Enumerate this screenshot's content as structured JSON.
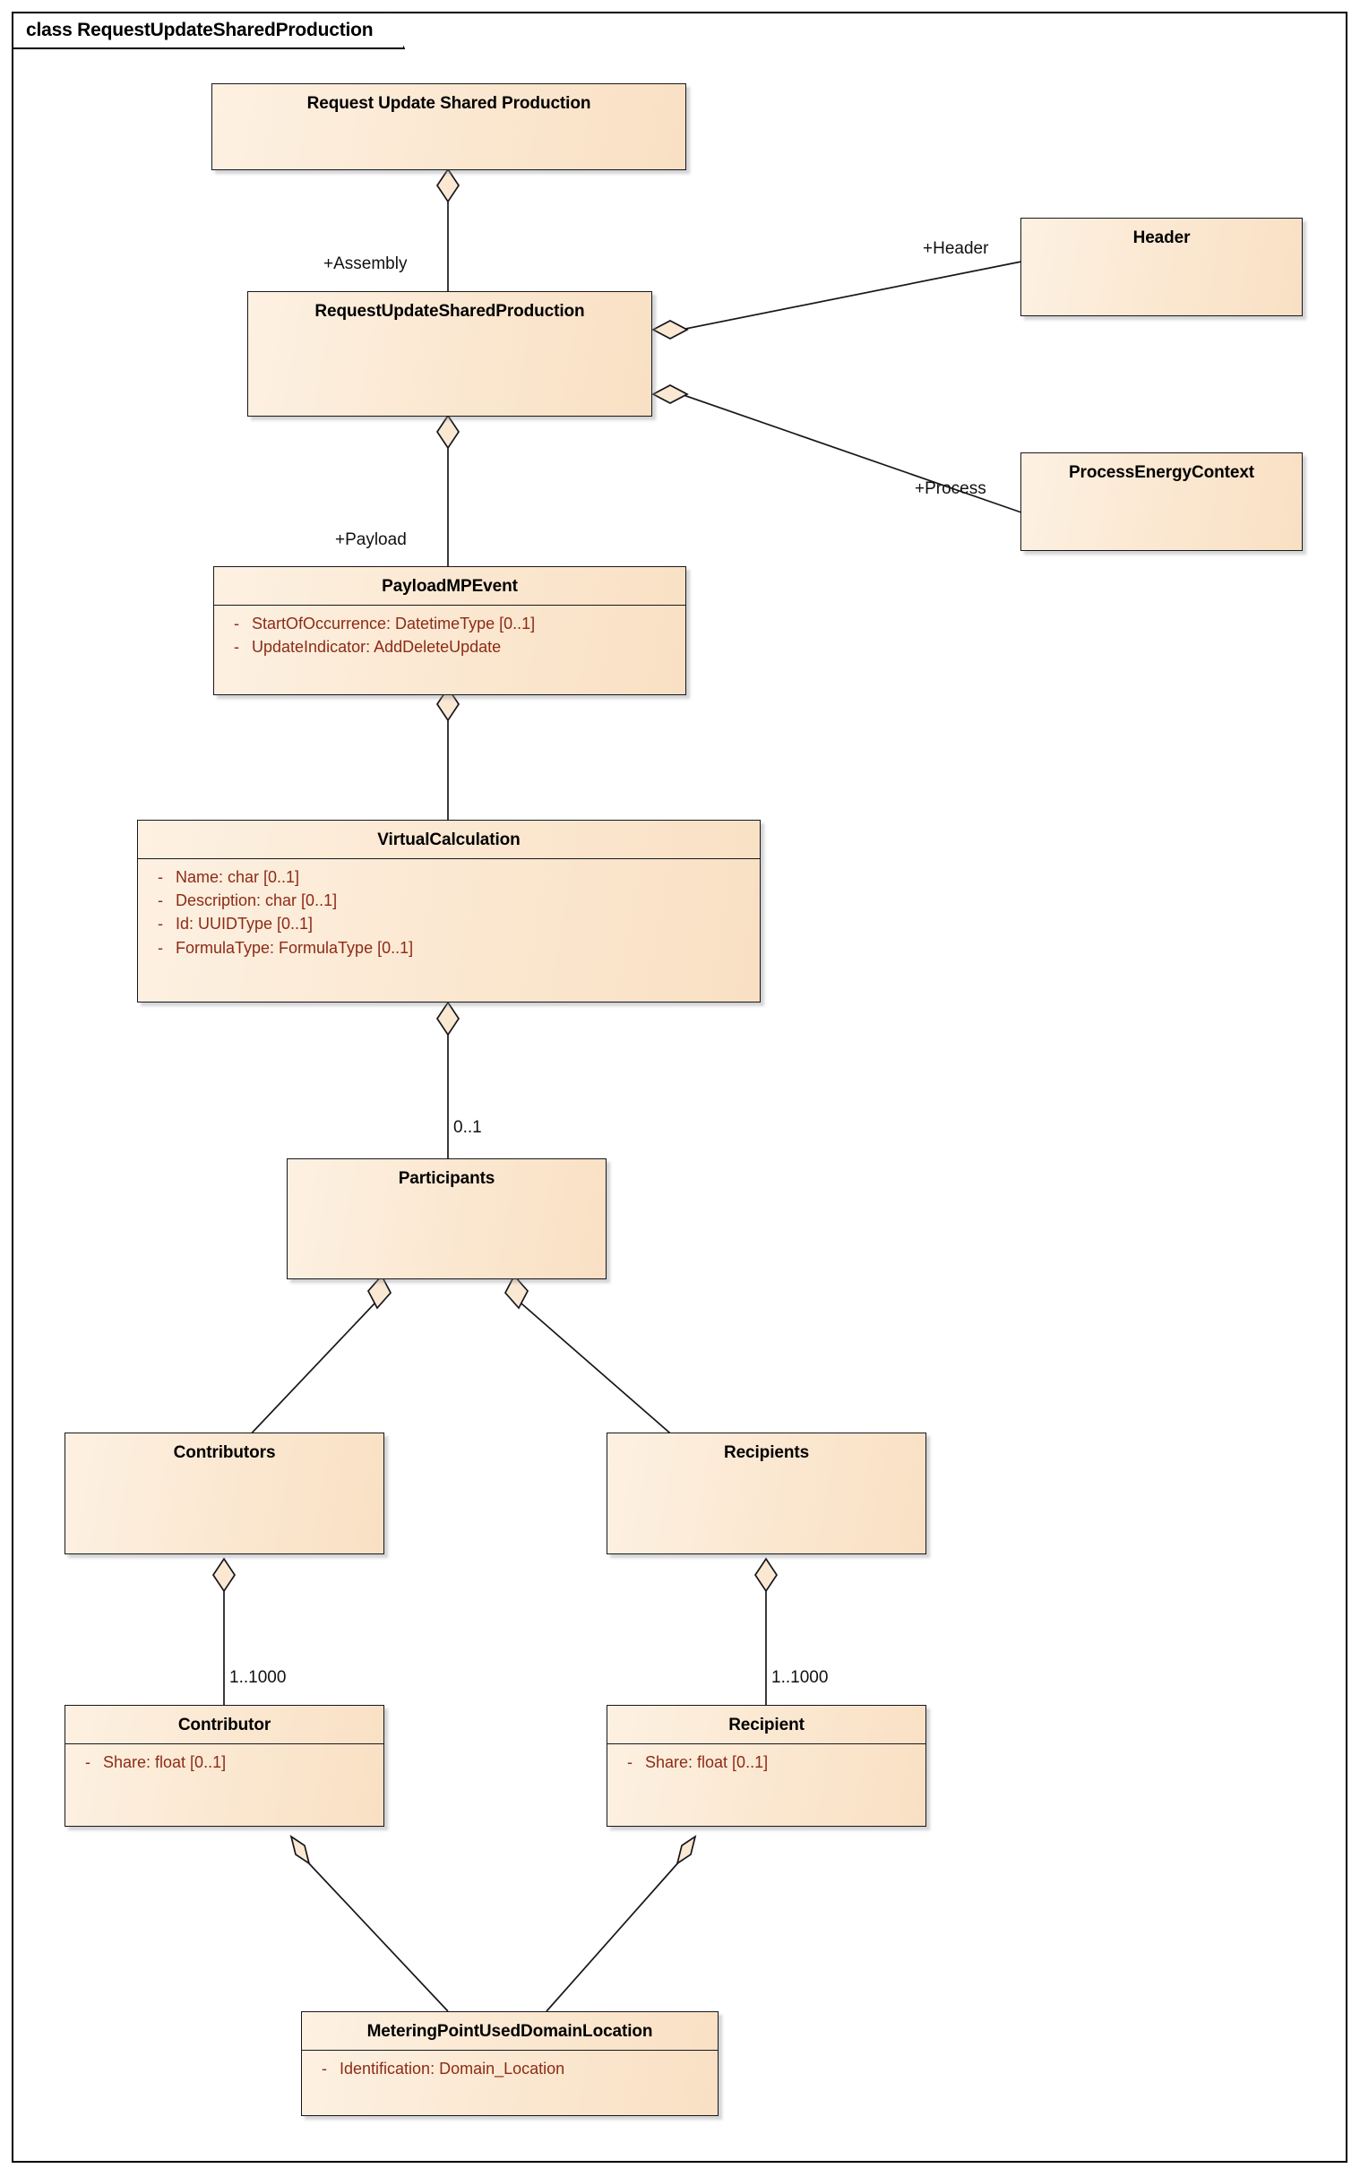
{
  "frame": {
    "keyword": "class",
    "title": "RequestUpdateSharedProduction",
    "tab_label": "class RequestUpdateSharedProduction"
  },
  "classes": {
    "request_update_shared_production_pkg": {
      "name": "Request Update Shared Production",
      "attributes": []
    },
    "request_update_shared_production": {
      "name": "RequestUpdateSharedProduction",
      "attributes": []
    },
    "header": {
      "name": "Header",
      "attributes": []
    },
    "process_energy_context": {
      "name": "ProcessEnergyContext",
      "attributes": []
    },
    "payload_mp_event": {
      "name": "PayloadMPEvent",
      "attributes": [
        {
          "visibility": "-",
          "signature": "StartOfOccurrence: DatetimeType [0..1]"
        },
        {
          "visibility": "-",
          "signature": "UpdateIndicator: AddDeleteUpdate"
        }
      ]
    },
    "virtual_calculation": {
      "name": "VirtualCalculation",
      "attributes": [
        {
          "visibility": "-",
          "signature": "Name: char [0..1]"
        },
        {
          "visibility": "-",
          "signature": "Description: char [0..1]"
        },
        {
          "visibility": "-",
          "signature": "Id: UUIDType [0..1]"
        },
        {
          "visibility": "-",
          "signature": "FormulaType: FormulaType [0..1]"
        }
      ]
    },
    "participants": {
      "name": "Participants",
      "attributes": []
    },
    "contributors": {
      "name": "Contributors",
      "attributes": []
    },
    "recipients": {
      "name": "Recipients",
      "attributes": []
    },
    "contributor": {
      "name": "Contributor",
      "attributes": [
        {
          "visibility": "-",
          "signature": "Share: float [0..1]"
        }
      ]
    },
    "recipient": {
      "name": "Recipient",
      "attributes": [
        {
          "visibility": "-",
          "signature": "Share: float [0..1]"
        }
      ]
    },
    "metering_point_used_domain_location": {
      "name": "MeteringPointUsedDomainLocation",
      "attributes": [
        {
          "visibility": "-",
          "signature": "Identification: Domain_Location"
        }
      ]
    }
  },
  "edge_labels": {
    "assembly": "+Assembly",
    "header": "+Header",
    "process": "+Process",
    "payload": "+Payload",
    "participants_multiplicity": "0..1",
    "contributor_multiplicity": "1..1000",
    "recipient_multiplicity": "1..1000"
  },
  "colors": {
    "class_fill_light": "#fdf1e2",
    "class_fill_dark": "#f9e0c4",
    "border": "#17171c",
    "attribute_text": "#8c2b16",
    "name_text": "#000000",
    "background": "#ffffff"
  }
}
